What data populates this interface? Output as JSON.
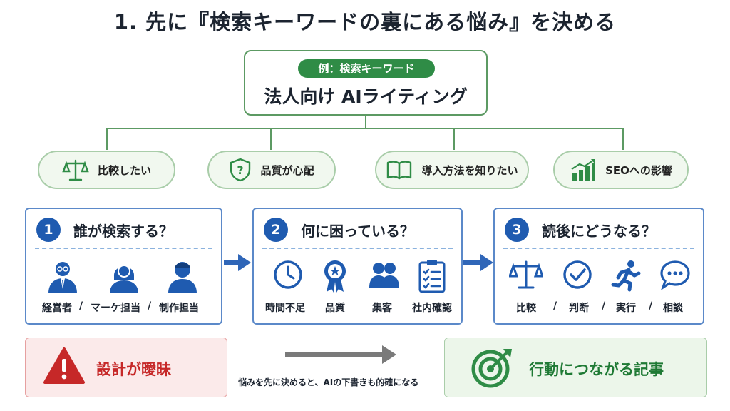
{
  "title": "1. 先に『検索キーワードの裏にある悩み』を決める",
  "keyword": {
    "pill": "例：検索キーワード",
    "text": "法人向け AIライティング"
  },
  "worries": [
    {
      "label": "比較したい",
      "icon": "scale-icon"
    },
    {
      "label": "品質が心配",
      "icon": "shield-question-icon"
    },
    {
      "label": "導入方法を知りたい",
      "icon": "open-book-icon"
    },
    {
      "label": "SEOへの影響",
      "icon": "growth-chart-icon"
    }
  ],
  "steps": [
    {
      "number": "1",
      "title": "誰が検索する？",
      "labels": [
        "経営者",
        "/",
        "マーケ担当",
        "/",
        "制作担当"
      ],
      "icons": [
        "executive-icon",
        "marketer-icon",
        "creator-icon"
      ]
    },
    {
      "number": "2",
      "title": "何に困っている？",
      "labels": [
        "時間不足",
        "品質",
        "集客",
        "社内確認"
      ],
      "icons": [
        "clock-icon",
        "award-icon",
        "people-icon",
        "checklist-icon"
      ]
    },
    {
      "number": "3",
      "title": "読後にどうなる？",
      "labels": [
        "比較",
        "/",
        "判断",
        "/",
        "実行",
        "/",
        "相談"
      ],
      "icons": [
        "scale-icon",
        "check-circle-icon",
        "running-person-icon",
        "chat-bubble-icon"
      ]
    }
  ],
  "outcome": {
    "bad": "設計が曖昧",
    "good": "行動につながる記事",
    "caption": "悩みを先に決めると、AIの下書きも的確になる"
  },
  "colors": {
    "green": "#2f8c46",
    "blue": "#1f5bb0",
    "red": "#c62828",
    "gray_arrow": "#7a7a7a"
  }
}
